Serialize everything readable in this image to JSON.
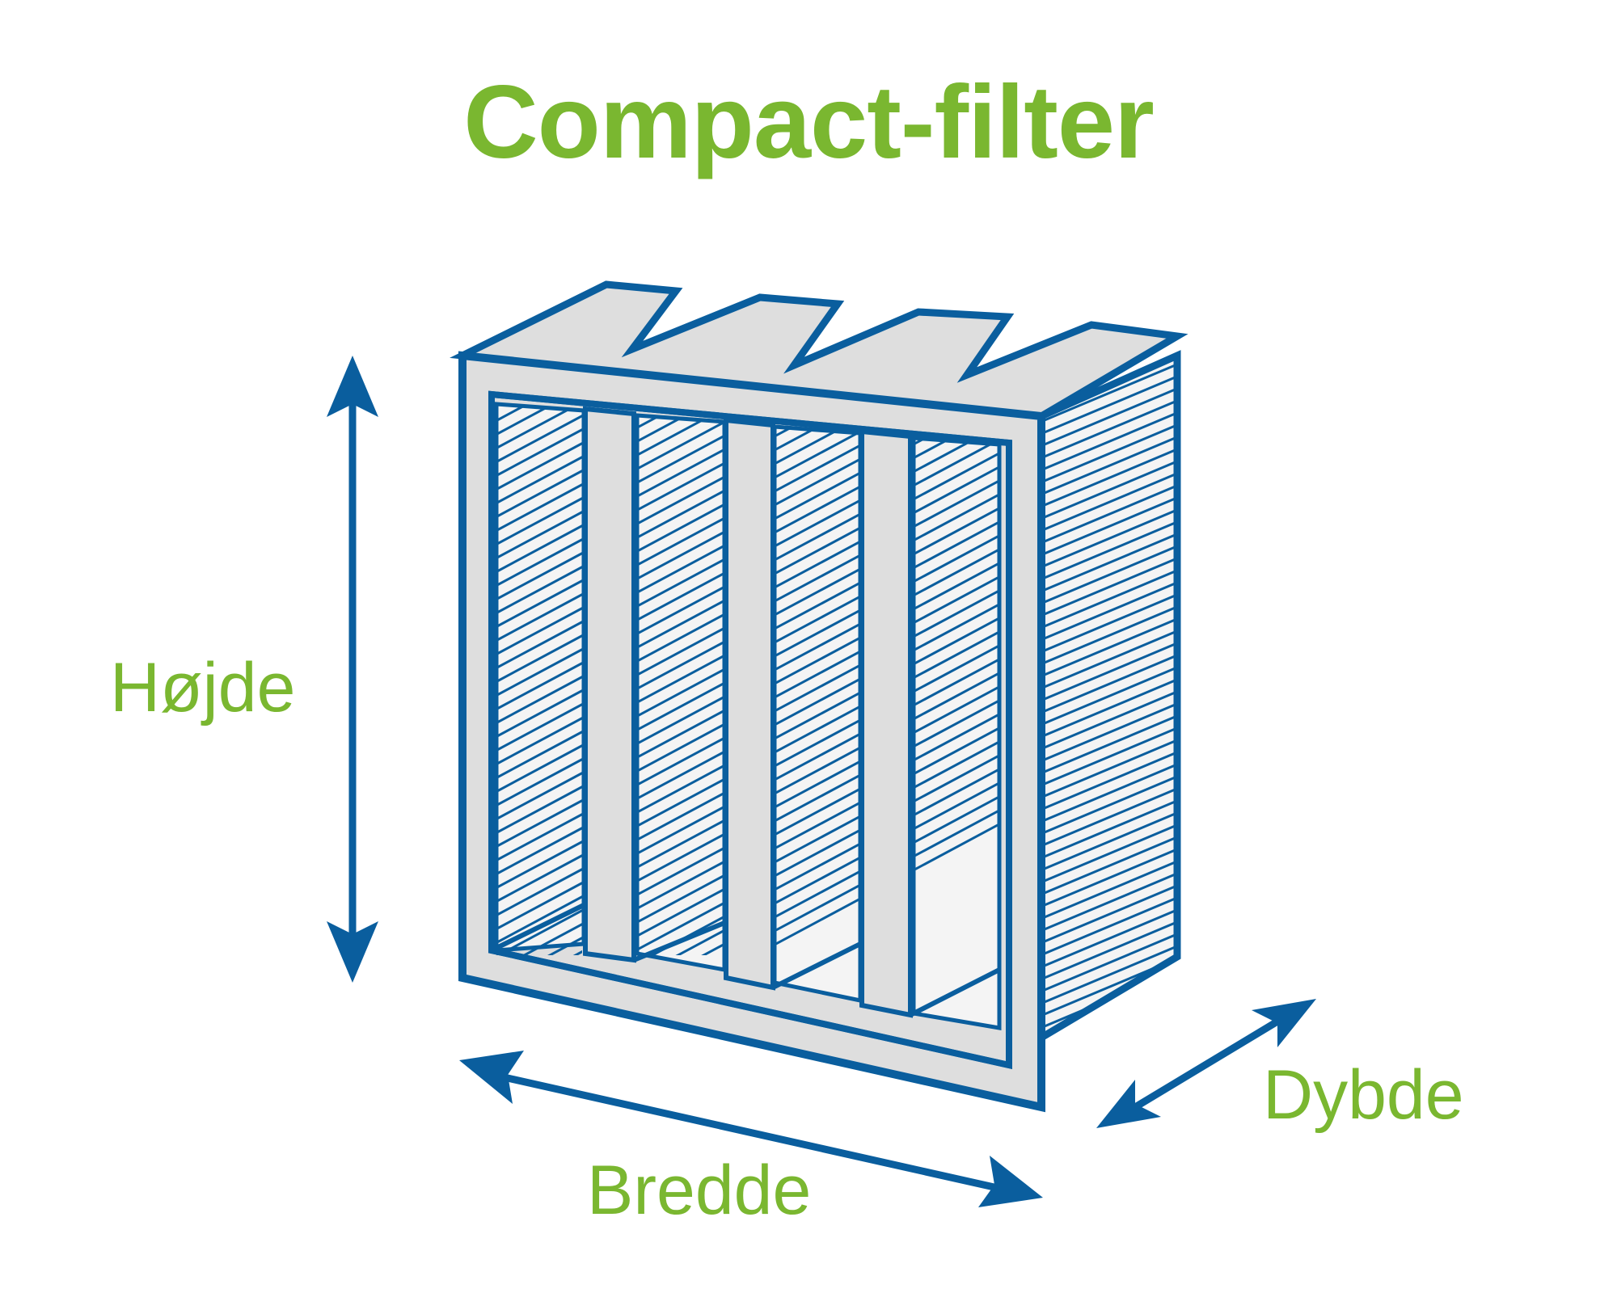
{
  "title": "Compact-filter",
  "labels": {
    "height": "Højde",
    "width": "Bredde",
    "depth": "Dybde"
  },
  "colors": {
    "accent_green": "#7ab730",
    "frame_blue": "#0a5e9e",
    "frame_fill": "#dedede",
    "pleat_fill": "#f4f4f4"
  }
}
